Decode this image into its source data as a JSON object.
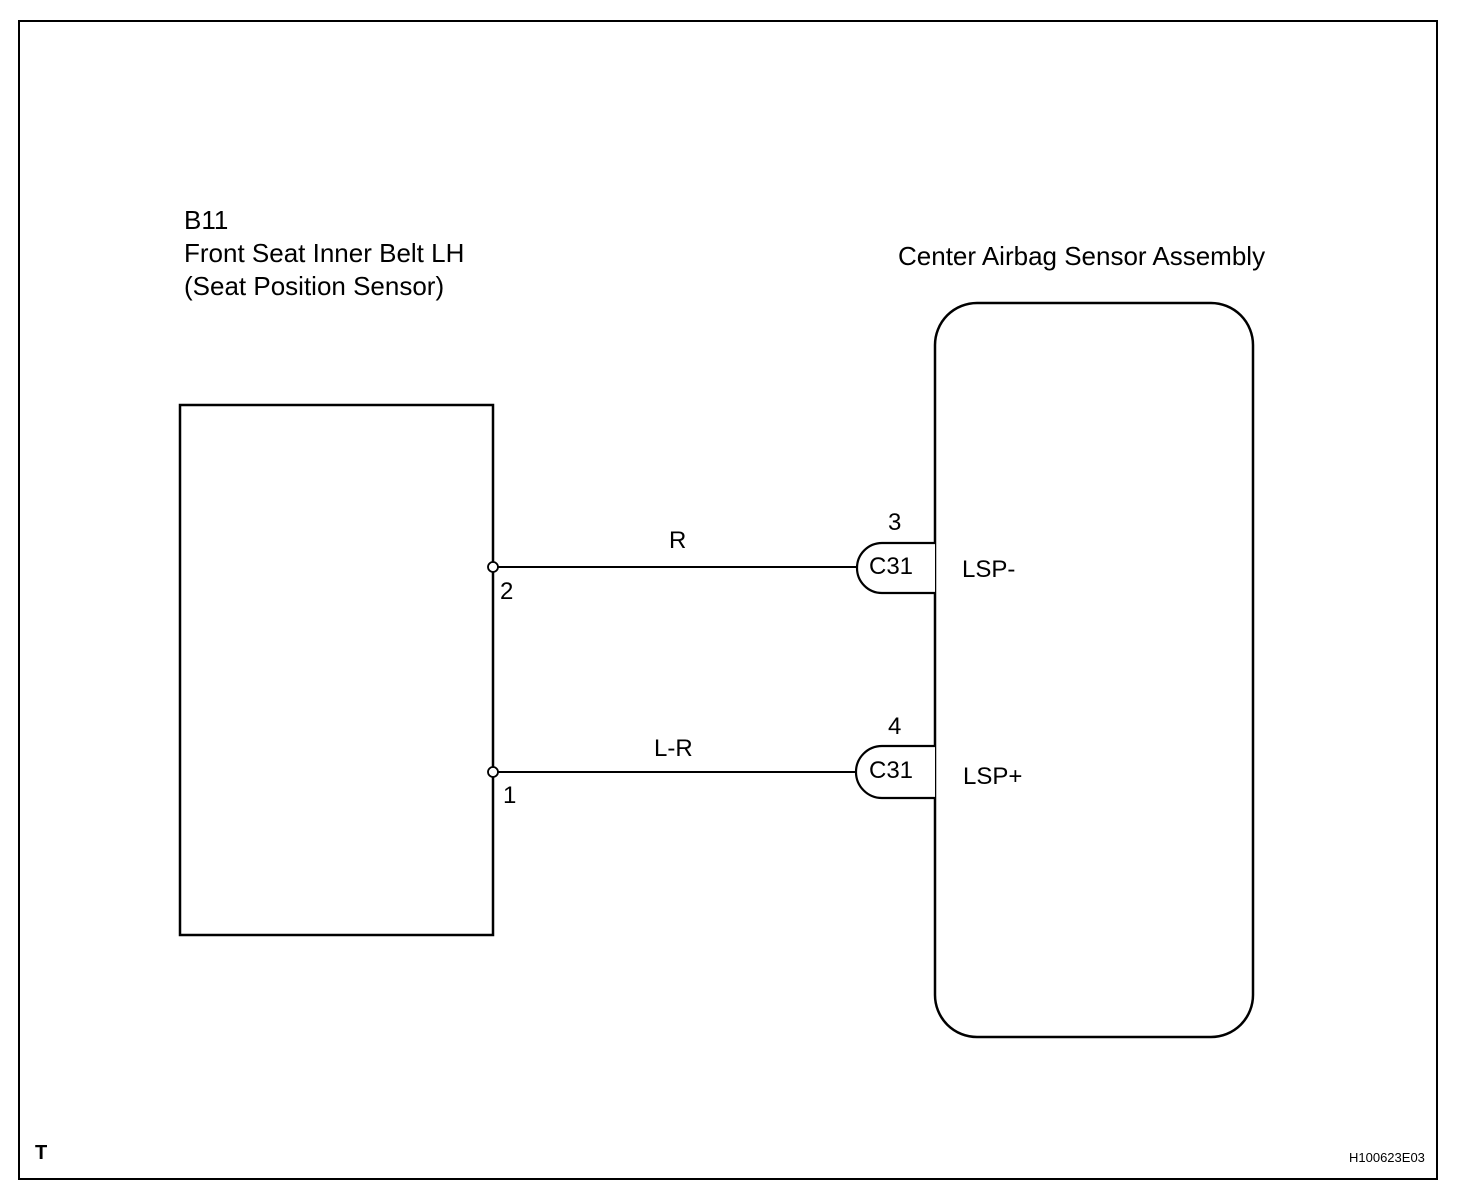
{
  "components": {
    "sensor": {
      "code": "B11",
      "name": "Front Seat Inner Belt LH",
      "subname": "(Seat Position Sensor)"
    },
    "ecu": {
      "name": "Center Airbag Sensor Assembly"
    }
  },
  "wires": [
    {
      "color_code": "R",
      "sensor_pin": "2",
      "connector": "C31",
      "ecu_pin": "3",
      "terminal": "LSP-"
    },
    {
      "color_code": "L-R",
      "sensor_pin": "1",
      "connector": "C31",
      "ecu_pin": "4",
      "terminal": "LSP+"
    }
  ],
  "footer": {
    "corner_mark": "T",
    "figure_id": "H100623E03"
  }
}
